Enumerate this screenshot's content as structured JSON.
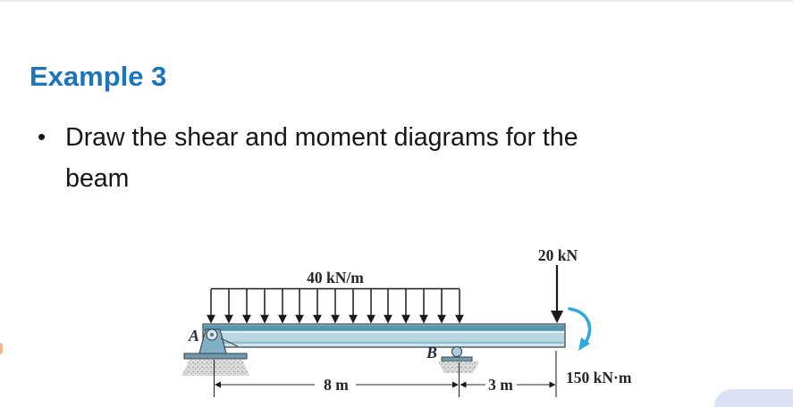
{
  "colors": {
    "title_blue": "#1B75BB",
    "moment_arrow_blue": "#29ABE2",
    "beam_fill": "#B9D7E3",
    "beam_top_flange": "#5697AF",
    "support_fill": "#7FB0C6",
    "corner_overlay": "#DCE1F6"
  },
  "slide": {
    "title": "Example 3",
    "bullet_marker": "•",
    "bullet_line1": "Draw the shear and moment diagrams for the",
    "bullet_line2": "beam"
  },
  "figure": {
    "distributed_load_label": "40 kN/m",
    "point_load_label": "20 kN",
    "moment_label": "150 kN·m",
    "support_a_label": "A",
    "support_b_label": "B",
    "dim_span_ab_label": "8 m",
    "dim_span_b_end_label": "3 m"
  }
}
